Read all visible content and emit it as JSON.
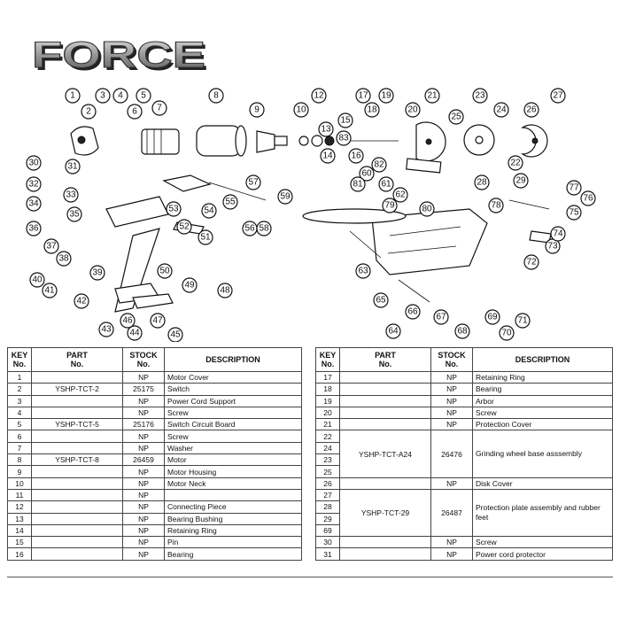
{
  "brand": {
    "logo_text": "FORCE"
  },
  "diagram": {
    "callouts": [
      "1",
      "2",
      "3",
      "4",
      "5",
      "6",
      "7",
      "8",
      "9",
      "10",
      "12",
      "13",
      "14",
      "15",
      "16",
      "17",
      "18",
      "19",
      "20",
      "21",
      "22",
      "23",
      "24",
      "25",
      "26",
      "27",
      "28",
      "29",
      "30",
      "31",
      "32",
      "33",
      "34",
      "35",
      "36",
      "37",
      "38",
      "39",
      "40",
      "41",
      "42",
      "43",
      "44",
      "45",
      "46",
      "47",
      "48",
      "49",
      "50",
      "51",
      "52",
      "53",
      "54",
      "55",
      "56",
      "57",
      "58",
      "59",
      "60",
      "61",
      "62",
      "63",
      "64",
      "65",
      "66",
      "67",
      "68",
      "69",
      "70",
      "71",
      "72",
      "73",
      "74",
      "75",
      "76",
      "77",
      "78",
      "79",
      "80",
      "81",
      "82",
      "83"
    ]
  },
  "table_headers": {
    "key": "KEY No.",
    "part": "PART No.",
    "stock": "STOCK No.",
    "desc": "DESCRIPTION"
  },
  "left_table": [
    {
      "key": "1",
      "part": "",
      "stock": "NP",
      "desc": "Motor Cover"
    },
    {
      "key": "2",
      "part": "YSHP-TCT-2",
      "stock": "25175",
      "desc": "Switch"
    },
    {
      "key": "3",
      "part": "",
      "stock": "NP",
      "desc": "Power Cord Support"
    },
    {
      "key": "4",
      "part": "",
      "stock": "NP",
      "desc": "Screw"
    },
    {
      "key": "5",
      "part": "YSHP-TCT-5",
      "stock": "25176",
      "desc": "Switch Circuit Board"
    },
    {
      "key": "6",
      "part": "",
      "stock": "NP",
      "desc": "Screw"
    },
    {
      "key": "7",
      "part": "",
      "stock": "NP",
      "desc": "Washer"
    },
    {
      "key": "8",
      "part": "YSHP-TCT-8",
      "stock": "26459",
      "desc": "Motor"
    },
    {
      "key": "9",
      "part": "",
      "stock": "NP",
      "desc": "Motor Housing"
    },
    {
      "key": "10",
      "part": "",
      "stock": "NP",
      "desc": "Motor Neck"
    },
    {
      "key": "11",
      "part": "",
      "stock": "NP",
      "desc": ""
    },
    {
      "key": "12",
      "part": "",
      "stock": "NP",
      "desc": "Connecting Piece"
    },
    {
      "key": "13",
      "part": "",
      "stock": "NP",
      "desc": "Bearing Bushing"
    },
    {
      "key": "14",
      "part": "",
      "stock": "NP",
      "desc": "Retaining Ring"
    },
    {
      "key": "15",
      "part": "",
      "stock": "NP",
      "desc": "Pin"
    },
    {
      "key": "16",
      "part": "",
      "stock": "NP",
      "desc": "Bearing"
    }
  ],
  "right_table": {
    "rows_top": [
      {
        "key": "17",
        "part": "",
        "stock": "NP",
        "desc": "Retaining Ring"
      },
      {
        "key": "18",
        "part": "",
        "stock": "NP",
        "desc": "Bearing"
      },
      {
        "key": "19",
        "part": "",
        "stock": "NP",
        "desc": "Arbor"
      },
      {
        "key": "20",
        "part": "",
        "stock": "NP",
        "desc": "Screw"
      },
      {
        "key": "21",
        "part": "",
        "stock": "NP",
        "desc": "Protection Cover"
      }
    ],
    "group1": {
      "keys": [
        "22",
        "24",
        "23",
        "25"
      ],
      "part": "YSHP-TCT-A24",
      "stock": "26476",
      "desc": "Grinding wheel base asssembly"
    },
    "row_26": {
      "key": "26",
      "part": "",
      "stock": "NP",
      "desc": "Disk Cover"
    },
    "group2": {
      "keys": [
        "27",
        "28",
        "29",
        "69"
      ],
      "part": "YSHP-TCT-29",
      "stock": "26487",
      "desc": "Protection plate assembly and rubber feet"
    },
    "rows_bottom": [
      {
        "key": "30",
        "part": "",
        "stock": "NP",
        "desc": "Screw"
      },
      {
        "key": "31",
        "part": "",
        "stock": "NP",
        "desc": "Power cord protector"
      }
    ]
  }
}
